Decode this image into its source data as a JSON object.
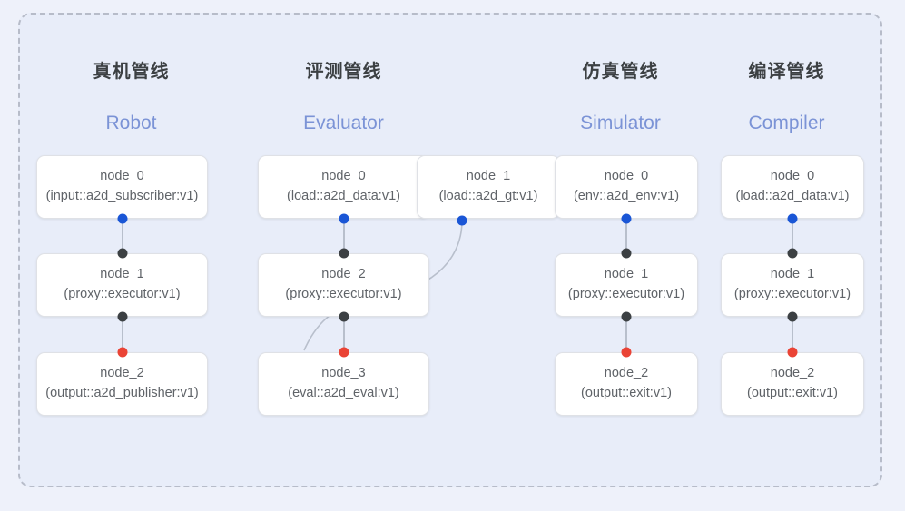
{
  "diagram": {
    "title_visible": false,
    "palette": {
      "page_background": "#eef1fa",
      "panel_background": "#e8edf9",
      "panel_border": "#b7bcc9",
      "card_background": "#ffffff",
      "card_border": "#dfe1e6",
      "title_color": "#3c4043",
      "subtitle_color": "#7b93d6",
      "node_text_color": "#5f6368",
      "dot_blue": "#1a56d6",
      "dot_dark": "#3c4043",
      "dot_red": "#ea4335",
      "link_color": "#b8bfcc"
    },
    "columns": [
      {
        "id": "robot",
        "title_cn": "真机管线",
        "title_en": "Robot",
        "nodes": [
          {
            "name": "node_0",
            "type": "(input::a2d_subscriber:v1)"
          },
          {
            "name": "node_1",
            "type": "(proxy::executor:v1)"
          },
          {
            "name": "node_2",
            "type": "(output::a2d_publisher:v1)"
          }
        ]
      },
      {
        "id": "evaluator",
        "title_cn": "评测管线",
        "title_en": "Evaluator",
        "nodes": [
          {
            "name": "node_0",
            "type": "(load::a2d_data:v1)"
          },
          {
            "name": "node_2",
            "type": "(proxy::executor:v1)"
          },
          {
            "name": "node_3",
            "type": "(eval::a2d_eval:v1)"
          },
          {
            "name": "node_1",
            "type": "(load::a2d_gt:v1)"
          }
        ]
      },
      {
        "id": "simulator",
        "title_cn": "仿真管线",
        "title_en": "Simulator",
        "nodes": [
          {
            "name": "node_0",
            "type": "(env::a2d_env:v1)"
          },
          {
            "name": "node_1",
            "type": "(proxy::executor:v1)"
          },
          {
            "name": "node_2",
            "type": "(output::exit:v1)"
          }
        ]
      },
      {
        "id": "compiler",
        "title_cn": "编译管线",
        "title_en": "Compiler",
        "nodes": [
          {
            "name": "node_0",
            "type": "(load::a2d_data:v1)"
          },
          {
            "name": "node_1",
            "type": "(proxy::executor:v1)"
          },
          {
            "name": "node_2",
            "type": "(output::exit:v1)"
          }
        ]
      }
    ]
  }
}
